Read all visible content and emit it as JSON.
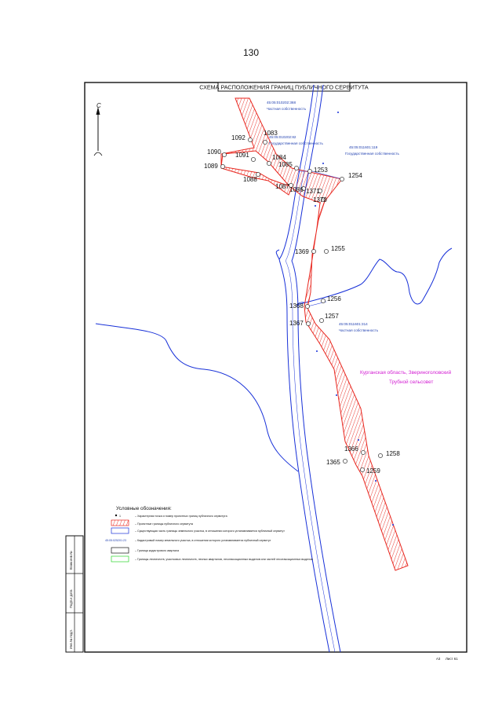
{
  "page_number": "130",
  "title": "СХЕМА РАСПОЛОЖЕНИЯ ГРАНИЦ ПУБЛИЧНОГО СЕРВИТУТА",
  "north_label": "С",
  "region_label": {
    "line1": "Курганская область, Звериноголовский",
    "line2": "Трубной сельсовет"
  },
  "parcels": [
    {
      "id": "45:05:010202:368",
      "owner": "Частная собственность"
    },
    {
      "id": "45:05:010202:82",
      "owner": "Государственная собственность"
    },
    {
      "id": "45:05:011601:119",
      "owner": "Государственная собственность"
    },
    {
      "id": "45:05:011601:314",
      "owner": "Частная собственность"
    }
  ],
  "points": [
    "1083",
    "1092",
    "1090",
    "1091",
    "1084",
    "1085",
    "1089",
    "1088",
    "1253",
    "1254",
    "1087",
    "1086",
    "1371",
    "1370",
    "1369",
    "1255",
    "1256",
    "1368",
    "1257",
    "1367",
    "1366",
    "1258",
    "1365",
    "1259"
  ],
  "legend": {
    "title": "Условные обозначения:",
    "items": [
      {
        "symbol": "point",
        "symbol_label": "1",
        "text": "– Характерная точка и номер проектных границ публичного сервитута"
      },
      {
        "symbol": "hatch",
        "text": "– Проектные границы публичного сервитута"
      },
      {
        "symbol": "blue-box",
        "text": "– Существующая часть границы земельного участка, в отношении которого устанавливается публичный сервитут"
      },
      {
        "symbol": "cad-number",
        "symbol_label": "45:05:025201:23",
        "text": "– Кадастровый номер земельного участка, в отношении которого устанавливается публичный сервитут"
      },
      {
        "symbol": "black-box",
        "text": "– Граница кадастрового квартала"
      },
      {
        "symbol": "green-box",
        "text": "– Границы лесничеств, участковых лесничеств, лесных кварталов, лесотаксационных выделов или частей лесотаксационных выделов"
      }
    ]
  },
  "stamp": {
    "row1": "Взам.инв.№",
    "row2": "Подп.и дата",
    "row3": "Инв.№ подл."
  },
  "sheet": {
    "format": "А3",
    "sheet_label": "Лист 61"
  },
  "colors": {
    "hatch": "#e8251d",
    "blue_line": "#1730d8",
    "cad_text": "#1f3fb0",
    "region_text": "#d31fd3",
    "black": "#111111"
  }
}
